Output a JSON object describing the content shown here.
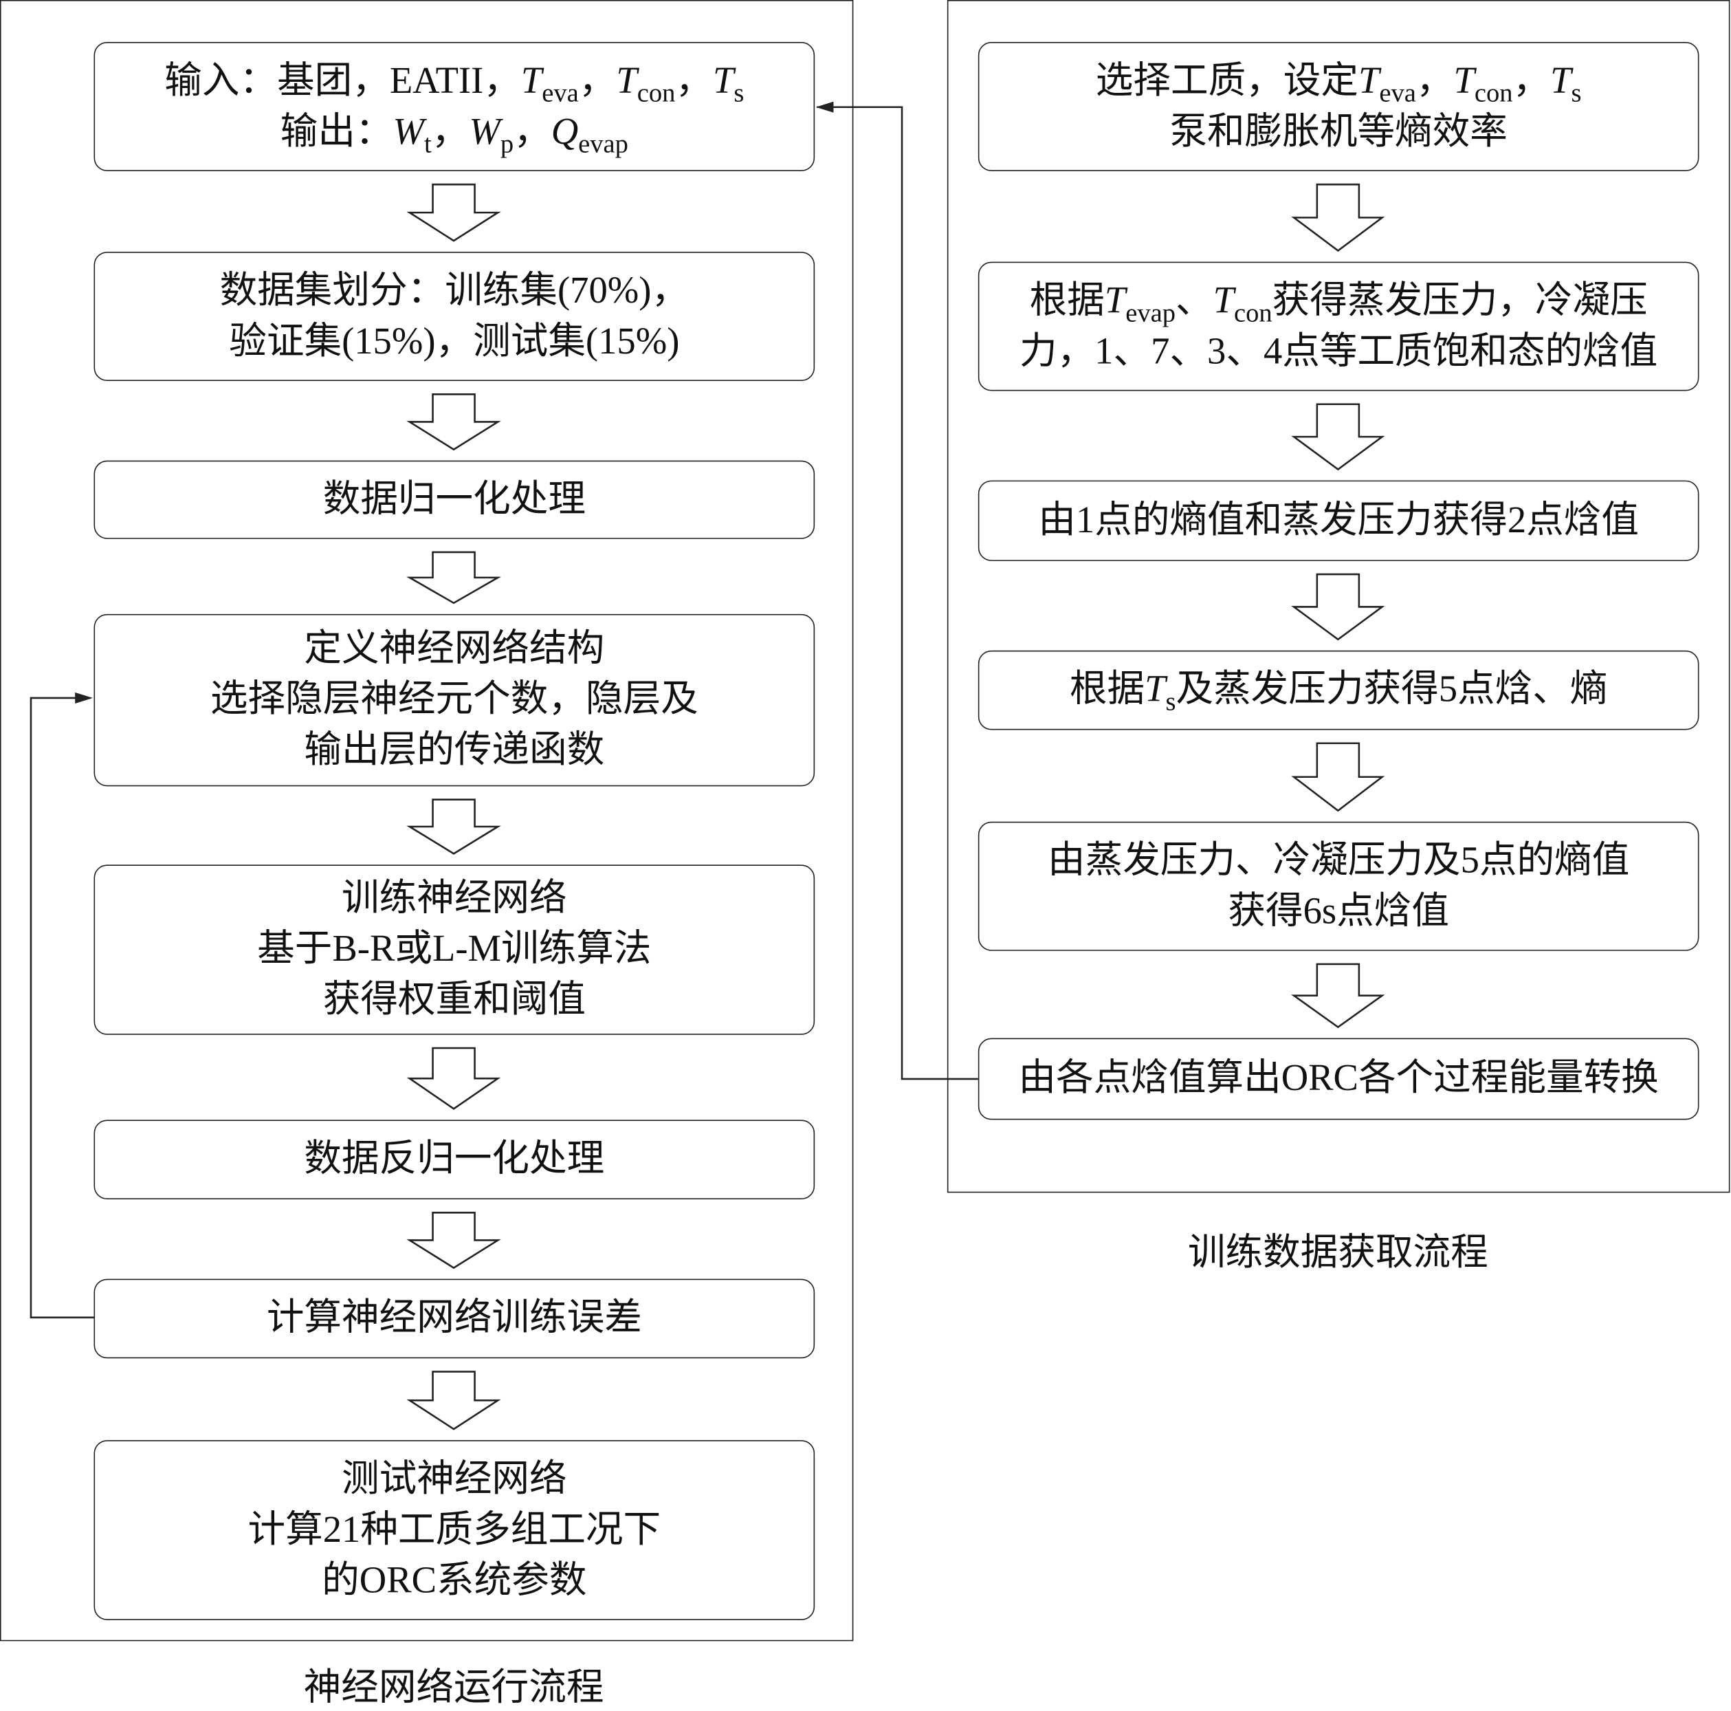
{
  "left_flow": {
    "caption": "神经网络运行流程",
    "boxes": [
      {
        "lines": [
          [
            {
              "t": "输入："
            },
            {
              "t": "基团，EATII，"
            },
            {
              "t": "T",
              "i": 1
            },
            {
              "t": "eva",
              "sub": 1
            },
            {
              "t": "，"
            },
            {
              "t": "T",
              "i": 1
            },
            {
              "t": "con",
              "sub": 1
            },
            {
              "t": "，"
            },
            {
              "t": "T",
              "i": 1
            },
            {
              "t": "s",
              "sub": 1
            }
          ],
          [
            {
              "t": "输出："
            },
            {
              "t": "W",
              "i": 1
            },
            {
              "t": "t",
              "sub": 1
            },
            {
              "t": "，"
            },
            {
              "t": "W",
              "i": 1
            },
            {
              "t": "p",
              "sub": 1
            },
            {
              "t": "，"
            },
            {
              "t": "Q",
              "i": 1
            },
            {
              "t": "evap",
              "sub": 1
            }
          ]
        ]
      },
      {
        "lines": [
          [
            {
              "t": "数据集划分：训练集(70%)，"
            }
          ],
          [
            {
              "t": "验证集(15%)，测试集(15%)"
            }
          ]
        ]
      },
      {
        "lines": [
          [
            {
              "t": "数据归一化处理"
            }
          ]
        ]
      },
      {
        "lines": [
          [
            {
              "t": "定义神经网络结构"
            }
          ],
          [
            {
              "t": "选择隐层神经元个数，隐层及"
            }
          ],
          [
            {
              "t": "输出层的传递函数"
            }
          ]
        ]
      },
      {
        "lines": [
          [
            {
              "t": "训练神经网络"
            }
          ],
          [
            {
              "t": "基于B-R或L-M训练算法"
            }
          ],
          [
            {
              "t": "获得权重和阈值"
            }
          ]
        ]
      },
      {
        "lines": [
          [
            {
              "t": "数据反归一化处理"
            }
          ]
        ]
      },
      {
        "lines": [
          [
            {
              "t": "计算神经网络训练误差"
            }
          ]
        ]
      },
      {
        "lines": [
          [
            {
              "t": "测试神经网络"
            }
          ],
          [
            {
              "t": "计算21种工质多组工况下"
            }
          ],
          [
            {
              "t": "的ORC系统参数"
            }
          ]
        ]
      }
    ]
  },
  "right_flow": {
    "caption": "训练数据获取流程",
    "boxes": [
      {
        "lines": [
          [
            {
              "t": "选择工质，设定"
            },
            {
              "t": "T",
              "i": 1
            },
            {
              "t": "eva",
              "sub": 1
            },
            {
              "t": "，"
            },
            {
              "t": "T",
              "i": 1
            },
            {
              "t": "con",
              "sub": 1
            },
            {
              "t": "，"
            },
            {
              "t": "T",
              "i": 1
            },
            {
              "t": "s",
              "sub": 1
            }
          ],
          [
            {
              "t": "泵和膨胀机等熵效率"
            }
          ]
        ]
      },
      {
        "lines": [
          [
            {
              "t": "根据"
            },
            {
              "t": "T",
              "i": 1
            },
            {
              "t": "evap",
              "sub": 1
            },
            {
              "t": "、"
            },
            {
              "t": "T",
              "i": 1
            },
            {
              "t": "con",
              "sub": 1
            },
            {
              "t": "获得蒸发压力，冷凝压"
            }
          ],
          [
            {
              "t": "力，1、7、3、4点等工质饱和态的焓值"
            }
          ]
        ]
      },
      {
        "lines": [
          [
            {
              "t": "由1点的熵值和蒸发压力获得2点焓值"
            }
          ]
        ]
      },
      {
        "lines": [
          [
            {
              "t": "根据"
            },
            {
              "t": "T",
              "i": 1
            },
            {
              "t": "s",
              "sub": 1
            },
            {
              "t": "及蒸发压力获得5点焓、熵"
            }
          ]
        ]
      },
      {
        "lines": [
          [
            {
              "t": "由蒸发压力、冷凝压力及5点的熵值"
            }
          ],
          [
            {
              "t": "获得6s点焓值"
            }
          ]
        ]
      },
      {
        "lines": [
          [
            {
              "t": "由各点焓值算出ORC各个过程能量转换"
            }
          ]
        ]
      }
    ]
  }
}
